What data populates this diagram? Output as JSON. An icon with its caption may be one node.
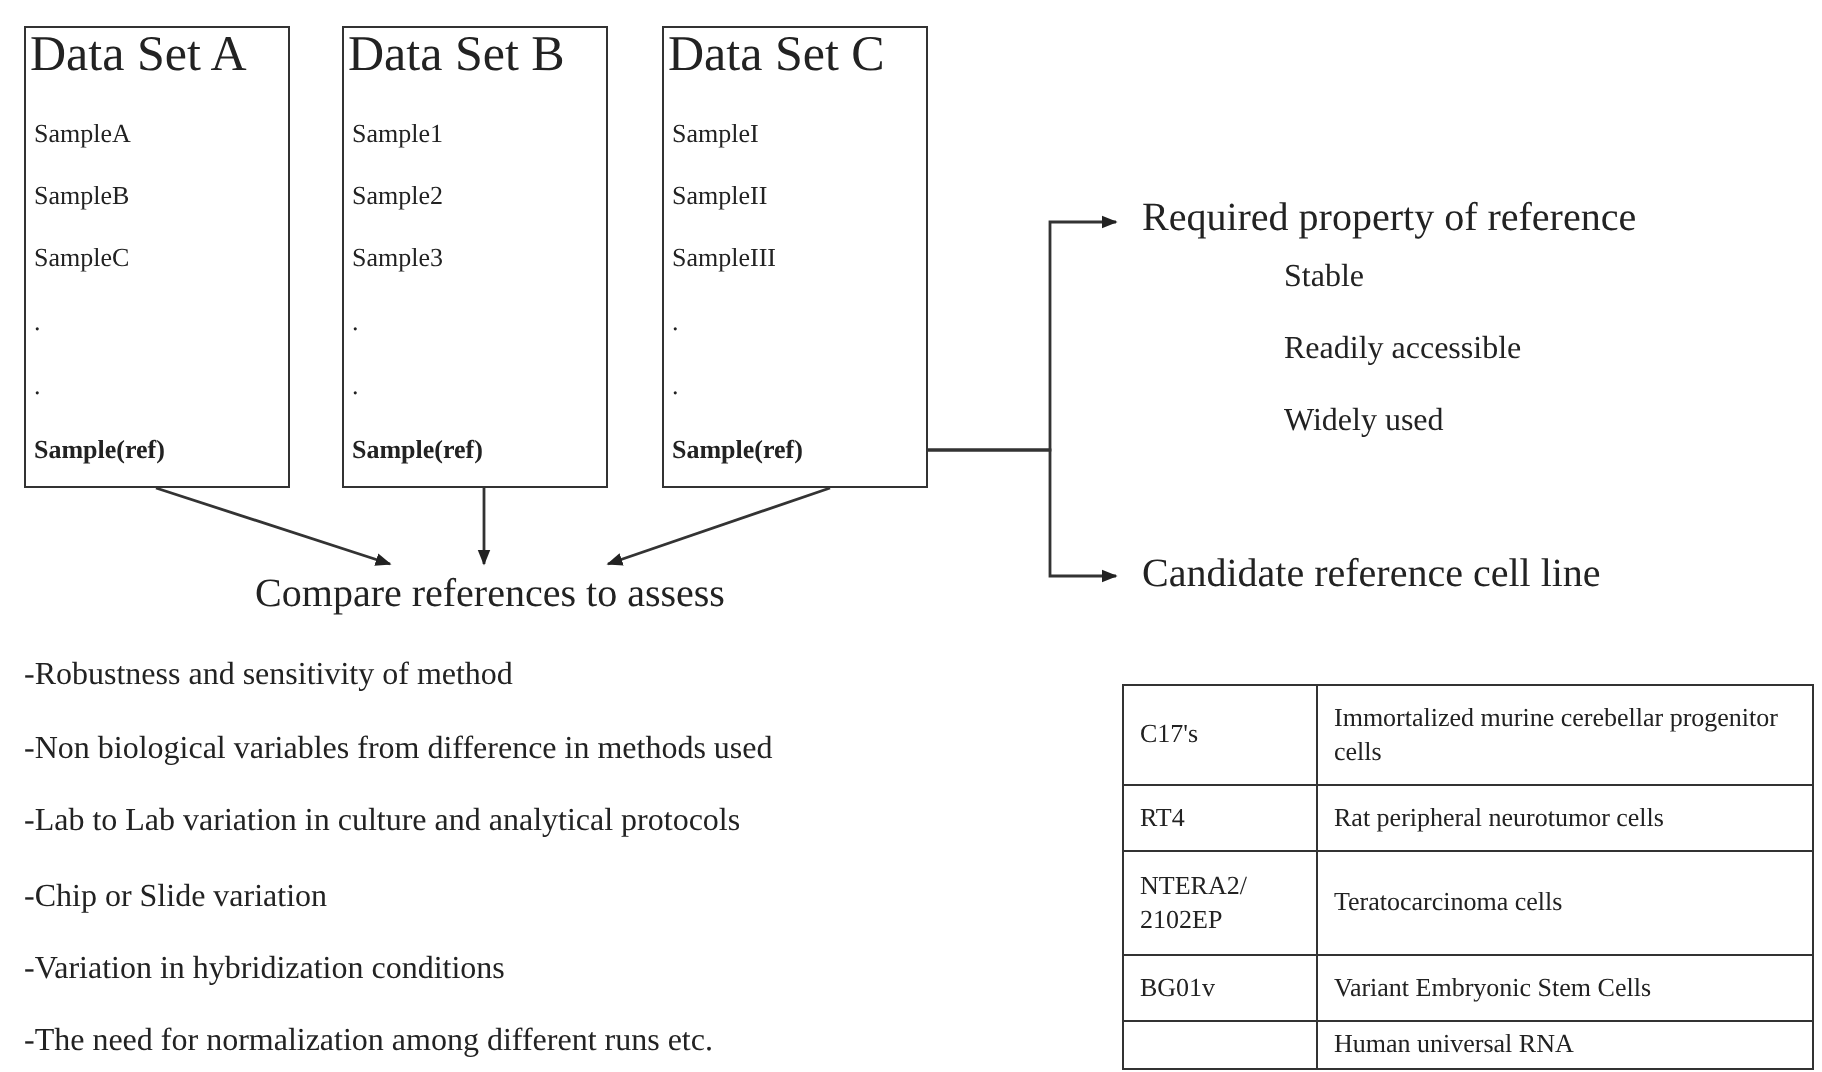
{
  "diagram": {
    "nodes": [
      {
        "text": [
          "Data Set A",
          "SampleA",
          "SampleB",
          "SampleC",
          ".",
          ".",
          "Sample(ref)"
        ]
      },
      {
        "text": [
          "Data Set B",
          "Sample1",
          "Sample2",
          "Sample3",
          ".",
          ".",
          "Sample(ref)"
        ]
      },
      {
        "text": [
          "Data Set C",
          "SampleI",
          "SampleII",
          "SampleIII",
          ".",
          ".",
          "Sample(ref)"
        ]
      },
      {
        "text": [
          "Compare references to assess"
        ]
      },
      {
        "text": [
          "Required property of reference",
          "Stable",
          "Readily accessible",
          "Widely used"
        ]
      },
      {
        "text": [
          "Candidate reference cell line"
        ]
      }
    ],
    "edges": [
      {
        "from": 0,
        "to": 3,
        "arrow": "to"
      },
      {
        "from": 1,
        "to": 3,
        "arrow": "to"
      },
      {
        "from": 2,
        "to": 3,
        "arrow": "to"
      },
      {
        "from": 2,
        "to": 4,
        "arrow": "to"
      },
      {
        "from": 2,
        "to": 5,
        "arrow": "to"
      }
    ],
    "labels": [
      "-Robustness  and sensitivity of method",
      "-Non biological variables from difference in methods used",
      "-Lab to Lab variation in culture and analytical protocols",
      "-Chip or Slide variation",
      "-Variation in hybridization conditions",
      "-The need for normalization among different runs etc.",
      "C17's",
      "Immortalized murine cerebellar progenitor cells",
      "RT4",
      "Rat peripheral neurotumor cells",
      "NTERA2/ 2102EP",
      "Teratocarcinoma cells",
      "BG01v",
      "Variant Embryonic Stem Cells",
      "Human universal RNA"
    ]
  }
}
